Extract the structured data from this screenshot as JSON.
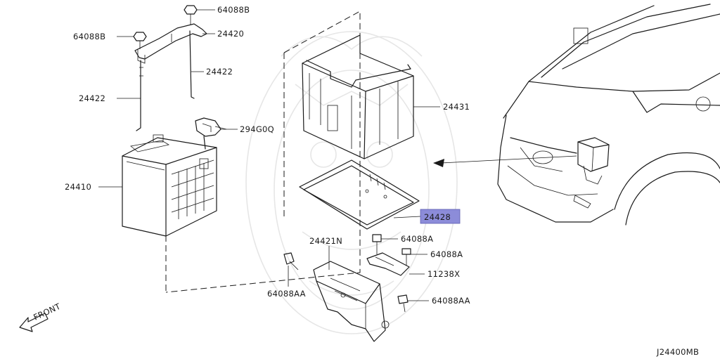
{
  "labels": {
    "nut_top": "64088B",
    "nut_left": "64088B",
    "hold_frame": "24420",
    "rod_right": "24422",
    "rod_left": "24422",
    "terminal": "294G0Q",
    "battery": "24410",
    "cover": "24431",
    "tray": "24428",
    "bracket": "24421N",
    "bolt_a1": "64088A",
    "bolt_a2": "64088A",
    "clip": "11238X",
    "bolt_aa_left": "64088AA",
    "bolt_aa_right": "64088AA"
  },
  "front_label": "FRONT",
  "diagram_code": "J24400MB",
  "highlight_color": "#8c8cd9"
}
